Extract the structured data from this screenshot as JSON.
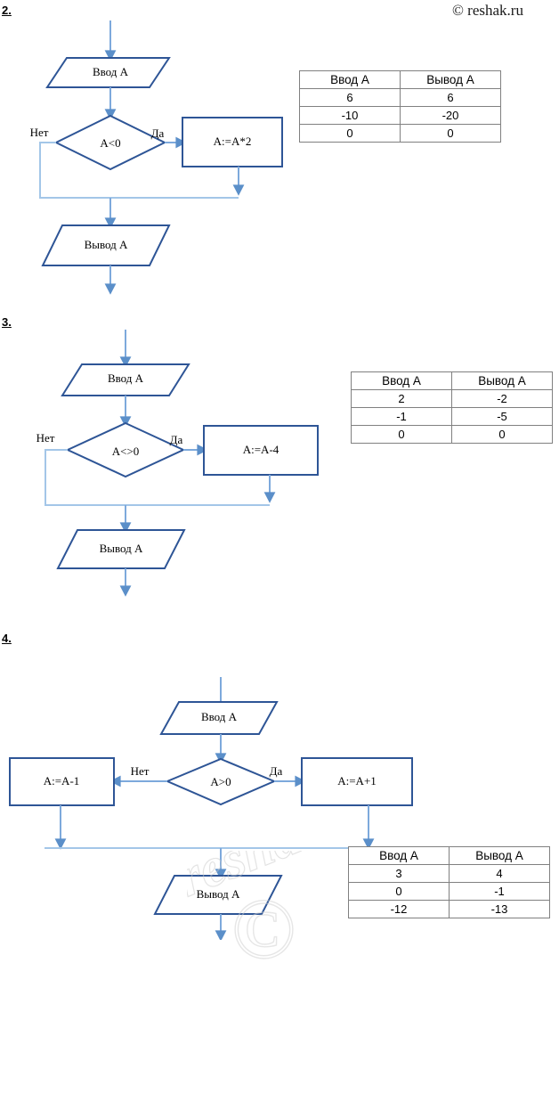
{
  "credit": "© reshak.ru",
  "watermark": {
    "text": "reshak.ru",
    "symbol": "©"
  },
  "colors": {
    "shape_border": "#2E5596",
    "arrow": "#7DA9DC",
    "arrow_dark": "#5B8FC9",
    "table_border": "#808080",
    "text": "#000000"
  },
  "sections": [
    {
      "number": "2.",
      "flowchart": {
        "input_label": "Ввод А",
        "condition_label": "A<0",
        "yes_label": "Да",
        "no_label": "Нет",
        "process_label": "A:=A*2",
        "output_label": "Вывод А"
      },
      "table": {
        "headers": [
          "Ввод А",
          "Вывод А"
        ],
        "rows": [
          [
            "6",
            "6"
          ],
          [
            "-10",
            "-20"
          ],
          [
            "0",
            "0"
          ]
        ]
      }
    },
    {
      "number": "3.",
      "flowchart": {
        "input_label": "Ввод А",
        "condition_label": "A<>0",
        "yes_label": "Да",
        "no_label": "Нет",
        "process_label": "A:=A-4",
        "output_label": "Вывод А"
      },
      "table": {
        "headers": [
          "Ввод А",
          "Вывод А"
        ],
        "rows": [
          [
            "2",
            "-2"
          ],
          [
            "-1",
            "-5"
          ],
          [
            "0",
            "0"
          ]
        ]
      }
    },
    {
      "number": "4.",
      "flowchart": {
        "input_label": "Ввод А",
        "condition_label": "A>0",
        "yes_label": "Да",
        "no_label": "Нет",
        "process_yes_label": "A:=A+1",
        "process_no_label": "A:=A-1",
        "output_label": "Вывод А"
      },
      "table": {
        "headers": [
          "Ввод А",
          "Вывод А"
        ],
        "rows": [
          [
            "3",
            "4"
          ],
          [
            "0",
            "-1"
          ],
          [
            "-12",
            "-13"
          ]
        ]
      }
    }
  ]
}
